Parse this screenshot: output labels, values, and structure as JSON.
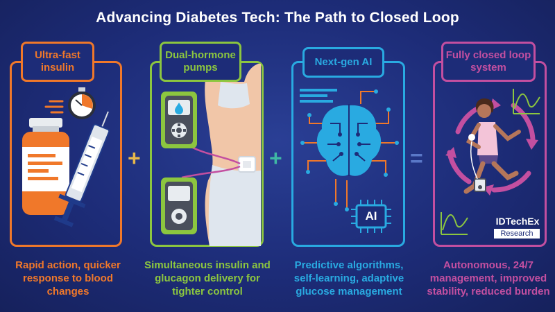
{
  "title": "Advancing Diabetes Tech: The Path to Closed Loop",
  "colors": {
    "background": "#1d2c78",
    "orange": "#f0782a",
    "green": "#8cc63f",
    "blue": "#29aae1",
    "purple": "#c34fa0"
  },
  "panels": [
    {
      "label": "Ultra-fast insulin",
      "description": "Rapid action, quicker response to blood changes",
      "color": "#f0782a"
    },
    {
      "label": "Dual-hormone pumps",
      "description": "Simultaneous insulin and glucagon delivery for tighter control",
      "color": "#8cc63f"
    },
    {
      "label": "Next-gen AI",
      "description": "Predictive algorithms, self-learning, adaptive glucose management",
      "color": "#29aae1"
    },
    {
      "label": "Fully closed loop system",
      "description": "Autonomous, 24/7 management, improved stability, reduced burden",
      "color": "#c34fa0"
    }
  ],
  "operators": [
    "+",
    "+",
    "="
  ],
  "ai_chip_label": "AI",
  "brand": {
    "name": "IDTechEx",
    "sub": "Research"
  },
  "icons": [
    "stopwatch-icon",
    "insulin-vial-icon",
    "syringe-icon",
    "insulin-pump-icon",
    "glucagon-pump-icon",
    "ai-brain-icon",
    "ai-chip-icon",
    "runner-icon",
    "cycle-arrows-icon",
    "glucose-curve-icon"
  ]
}
